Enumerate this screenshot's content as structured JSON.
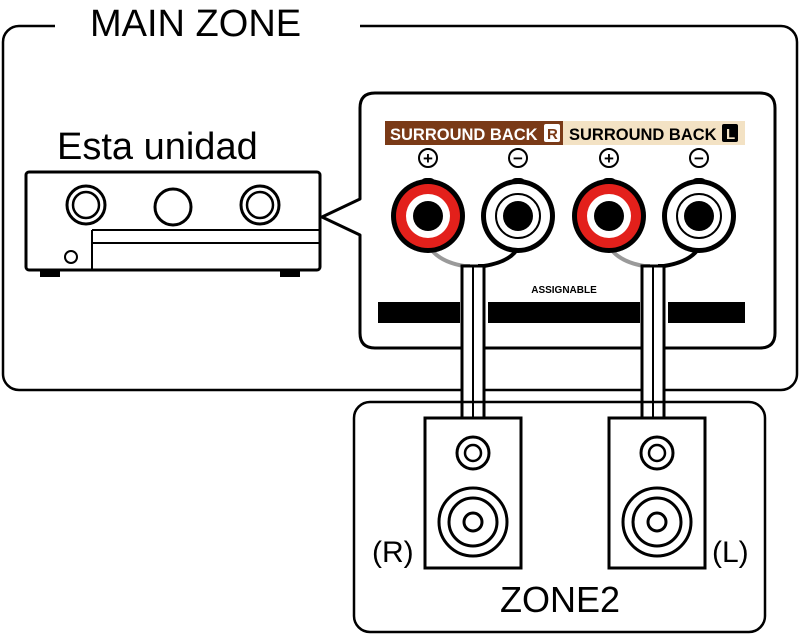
{
  "main_zone": {
    "title": "MAIN ZONE"
  },
  "unit": {
    "label": "Esta unidad"
  },
  "terminals": {
    "sb_r_label": "SURROUND BACK",
    "sb_r_letter": "R",
    "sb_l_label": "SURROUND BACK",
    "sb_l_letter": "L",
    "plus_symbol": "+",
    "minus_symbol": "−",
    "assignable": "ASSIGNABLE"
  },
  "zone2": {
    "title": "ZONE2",
    "speaker_right_label": "(R)",
    "speaker_left_label": "(L)"
  },
  "colors": {
    "sb_r_band": "#7a3a17",
    "sb_l_band": "#f3e2c4",
    "positive_terminal": "#e3201b",
    "negative_terminal": "#ffffff",
    "line": "#000000"
  }
}
